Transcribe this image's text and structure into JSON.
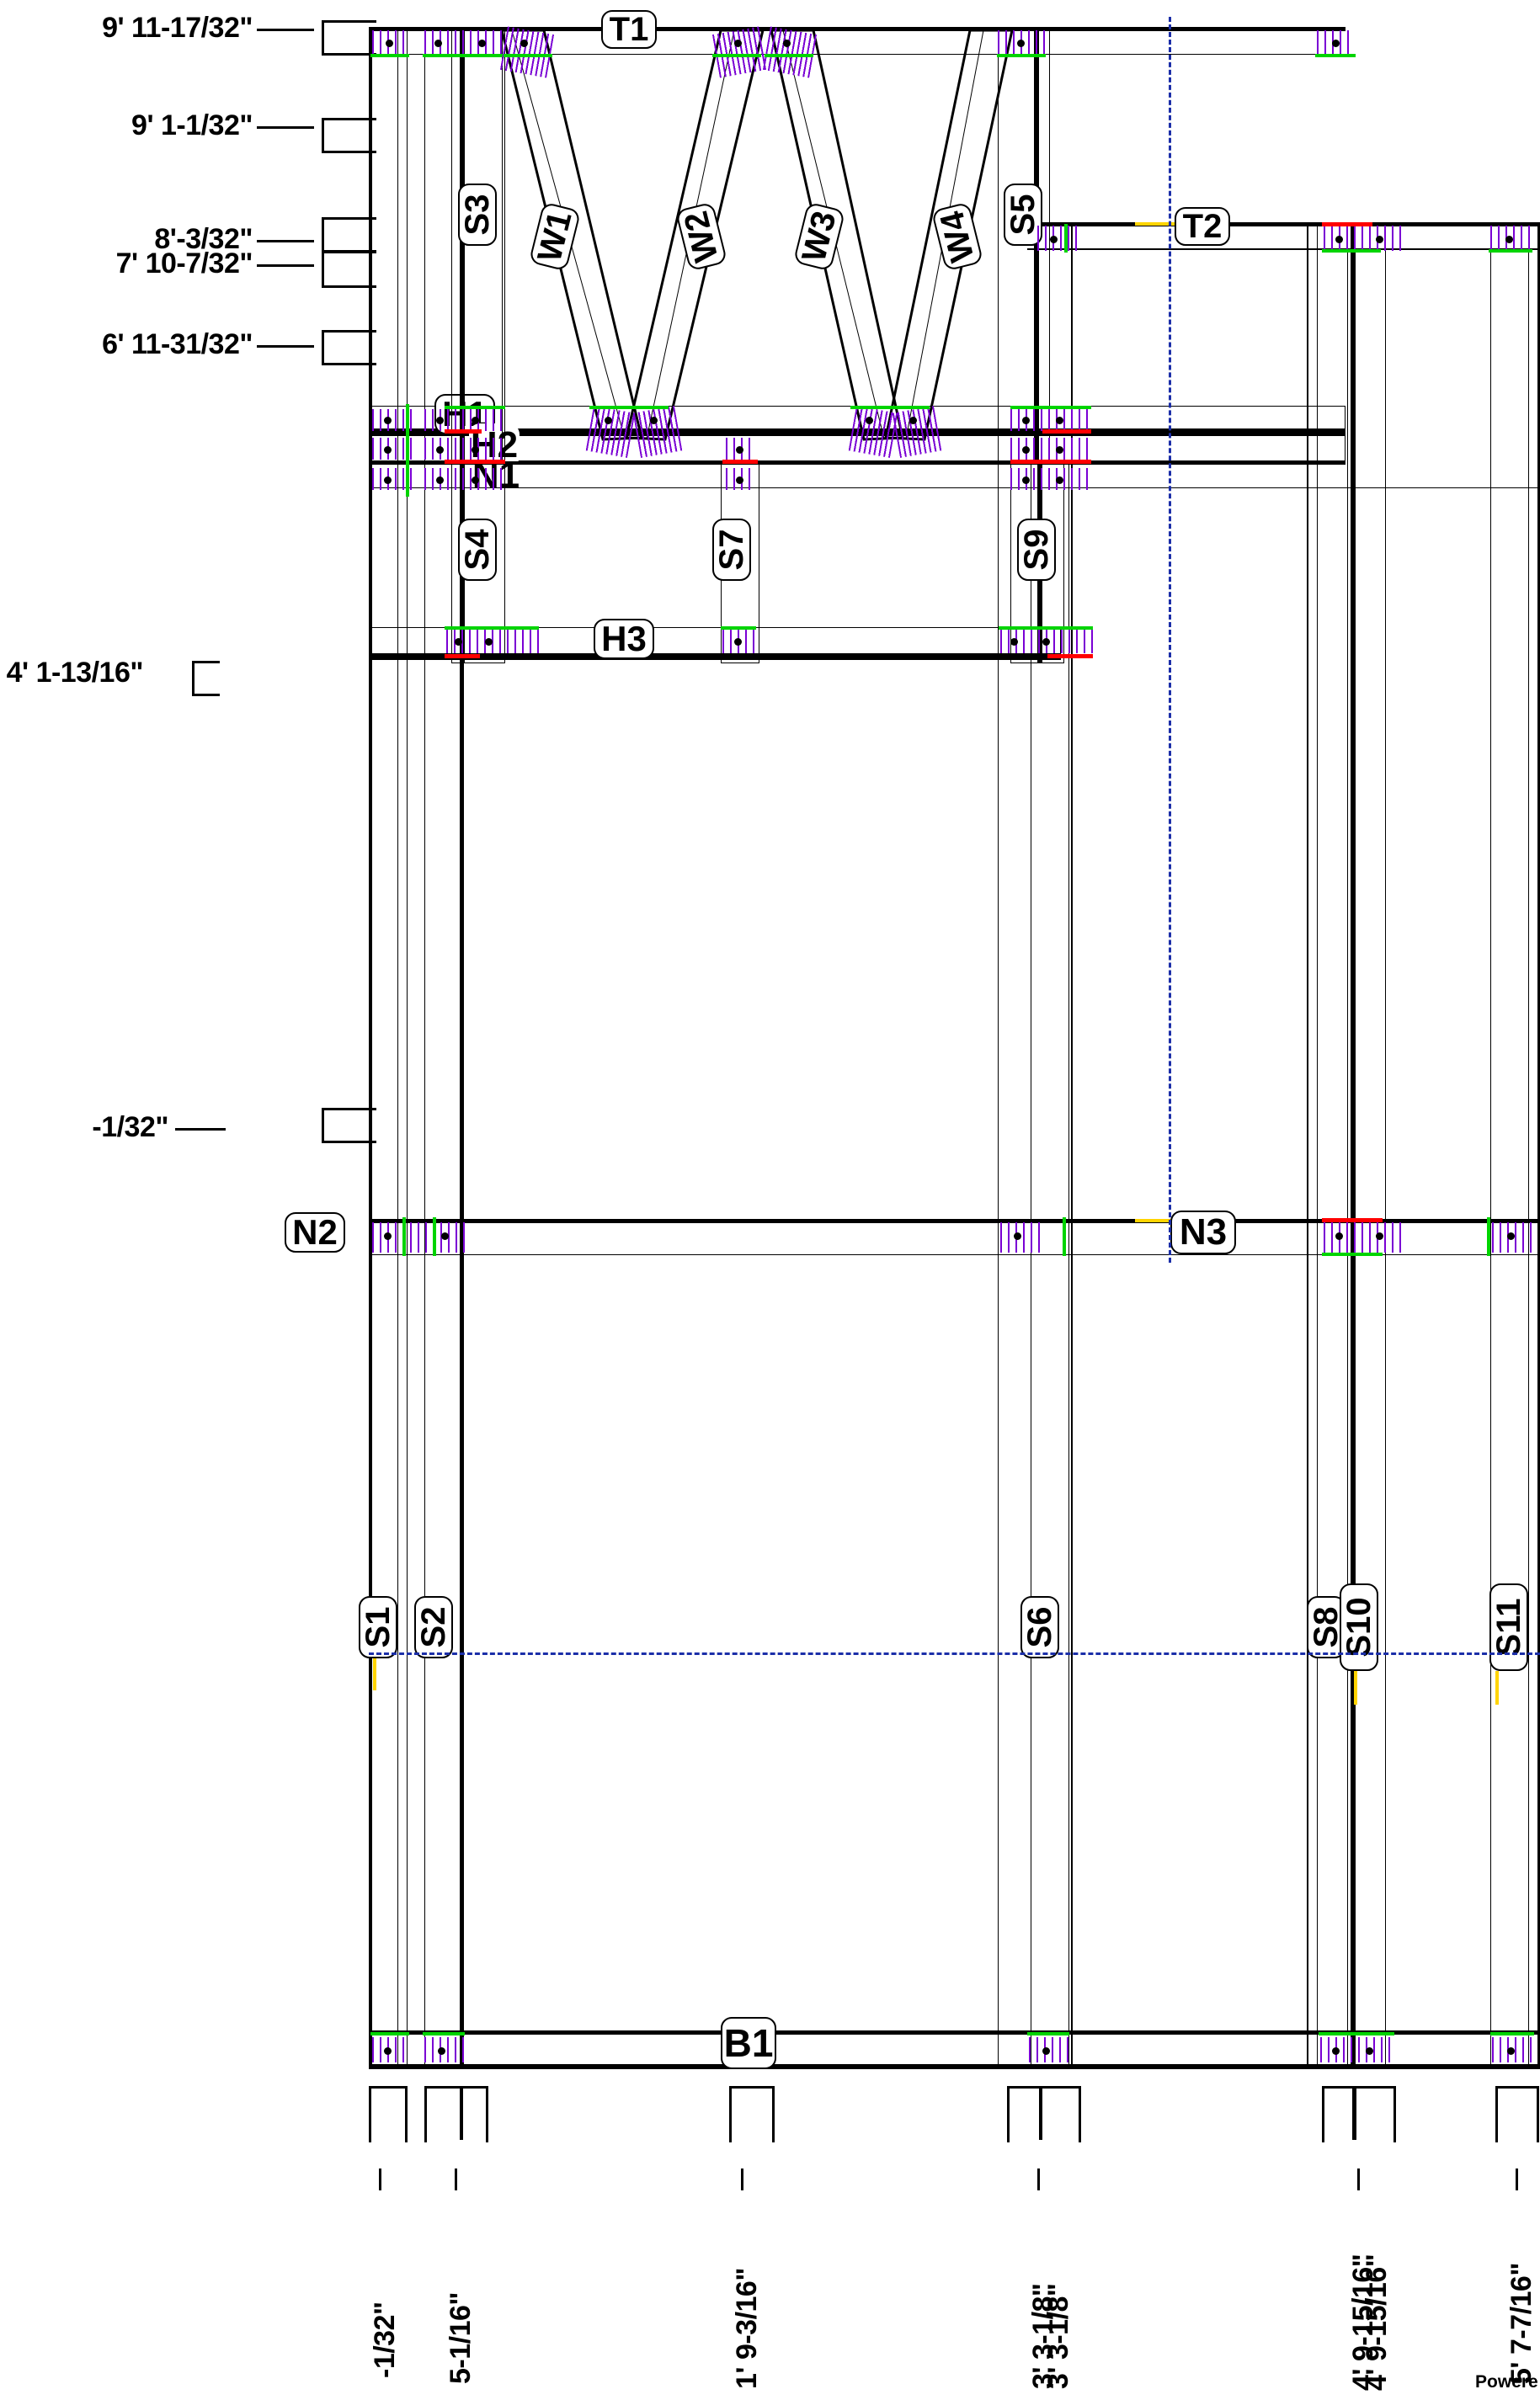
{
  "drawing": {
    "type": "structural-framing-elevation",
    "title_partial_cutoff": "",
    "footer_text": "Powere"
  },
  "colors": {
    "member_outline": "#000000",
    "plate_hatch": "#7a00d4",
    "bearing_green": "#00d400",
    "bearing_red": "#ff0000",
    "marker_yellow": "#ffd400",
    "construction_line": "#1b2ea8",
    "background": "#ffffff"
  },
  "vertical_dimensions": [
    {
      "id": "dim-top",
      "label": "9' 11-17/32\""
    },
    {
      "id": "dim-t2",
      "label": "9' 1-1/32\""
    },
    {
      "id": "dim-h1",
      "label": "8'-3/32\""
    },
    {
      "id": "dim-n1",
      "label": "7' 10-7/32\""
    },
    {
      "id": "dim-h3",
      "label": "6' 11-31/32\""
    },
    {
      "id": "dim-n2",
      "label": "4' 1-13/16\""
    },
    {
      "id": "dim-base",
      "label": "-1/32\""
    }
  ],
  "horizontal_dimensions": [
    {
      "id": "hdim-1",
      "label": "-1/32\""
    },
    {
      "id": "hdim-2",
      "label": "5-1/16\""
    },
    {
      "id": "hdim-3",
      "label": "1' 9-3/16\""
    },
    {
      "id": "hdim-4",
      "label": "3' 3-1/8\""
    },
    {
      "id": "hdim-4b",
      "label": "3' 3-1/8\""
    },
    {
      "id": "hdim-5",
      "label": "4' 9-15/16\""
    },
    {
      "id": "hdim-5b",
      "label": "4' 9-15/16\""
    },
    {
      "id": "hdim-6",
      "label": "5' 7-7/16\""
    }
  ],
  "member_tags": {
    "top_chords": [
      {
        "id": "T1",
        "label": "T1"
      },
      {
        "id": "T2",
        "label": "T2"
      }
    ],
    "webs": [
      {
        "id": "W1",
        "label": "W1"
      },
      {
        "id": "W2",
        "label": "W2"
      },
      {
        "id": "W3",
        "label": "W3"
      },
      {
        "id": "W4",
        "label": "W4"
      }
    ],
    "headers": [
      {
        "id": "H1",
        "label": "H1"
      },
      {
        "id": "H2",
        "label": "H2"
      },
      {
        "id": "H3",
        "label": "H3"
      }
    ],
    "nailers": [
      {
        "id": "N1",
        "label": "N1"
      },
      {
        "id": "N2",
        "label": "N2"
      },
      {
        "id": "N3",
        "label": "N3"
      }
    ],
    "studs": [
      {
        "id": "S1",
        "label": "S1"
      },
      {
        "id": "S2",
        "label": "S2"
      },
      {
        "id": "S3",
        "label": "S3"
      },
      {
        "id": "S4",
        "label": "S4"
      },
      {
        "id": "S5",
        "label": "S5"
      },
      {
        "id": "S6",
        "label": "S6"
      },
      {
        "id": "S7",
        "label": "S7"
      },
      {
        "id": "S8",
        "label": "S8"
      },
      {
        "id": "S9",
        "label": "S9"
      },
      {
        "id": "S10",
        "label": "S10"
      },
      {
        "id": "S11",
        "label": "S11"
      }
    ],
    "bottom_plate": [
      {
        "id": "B1",
        "label": "B1"
      }
    ]
  }
}
